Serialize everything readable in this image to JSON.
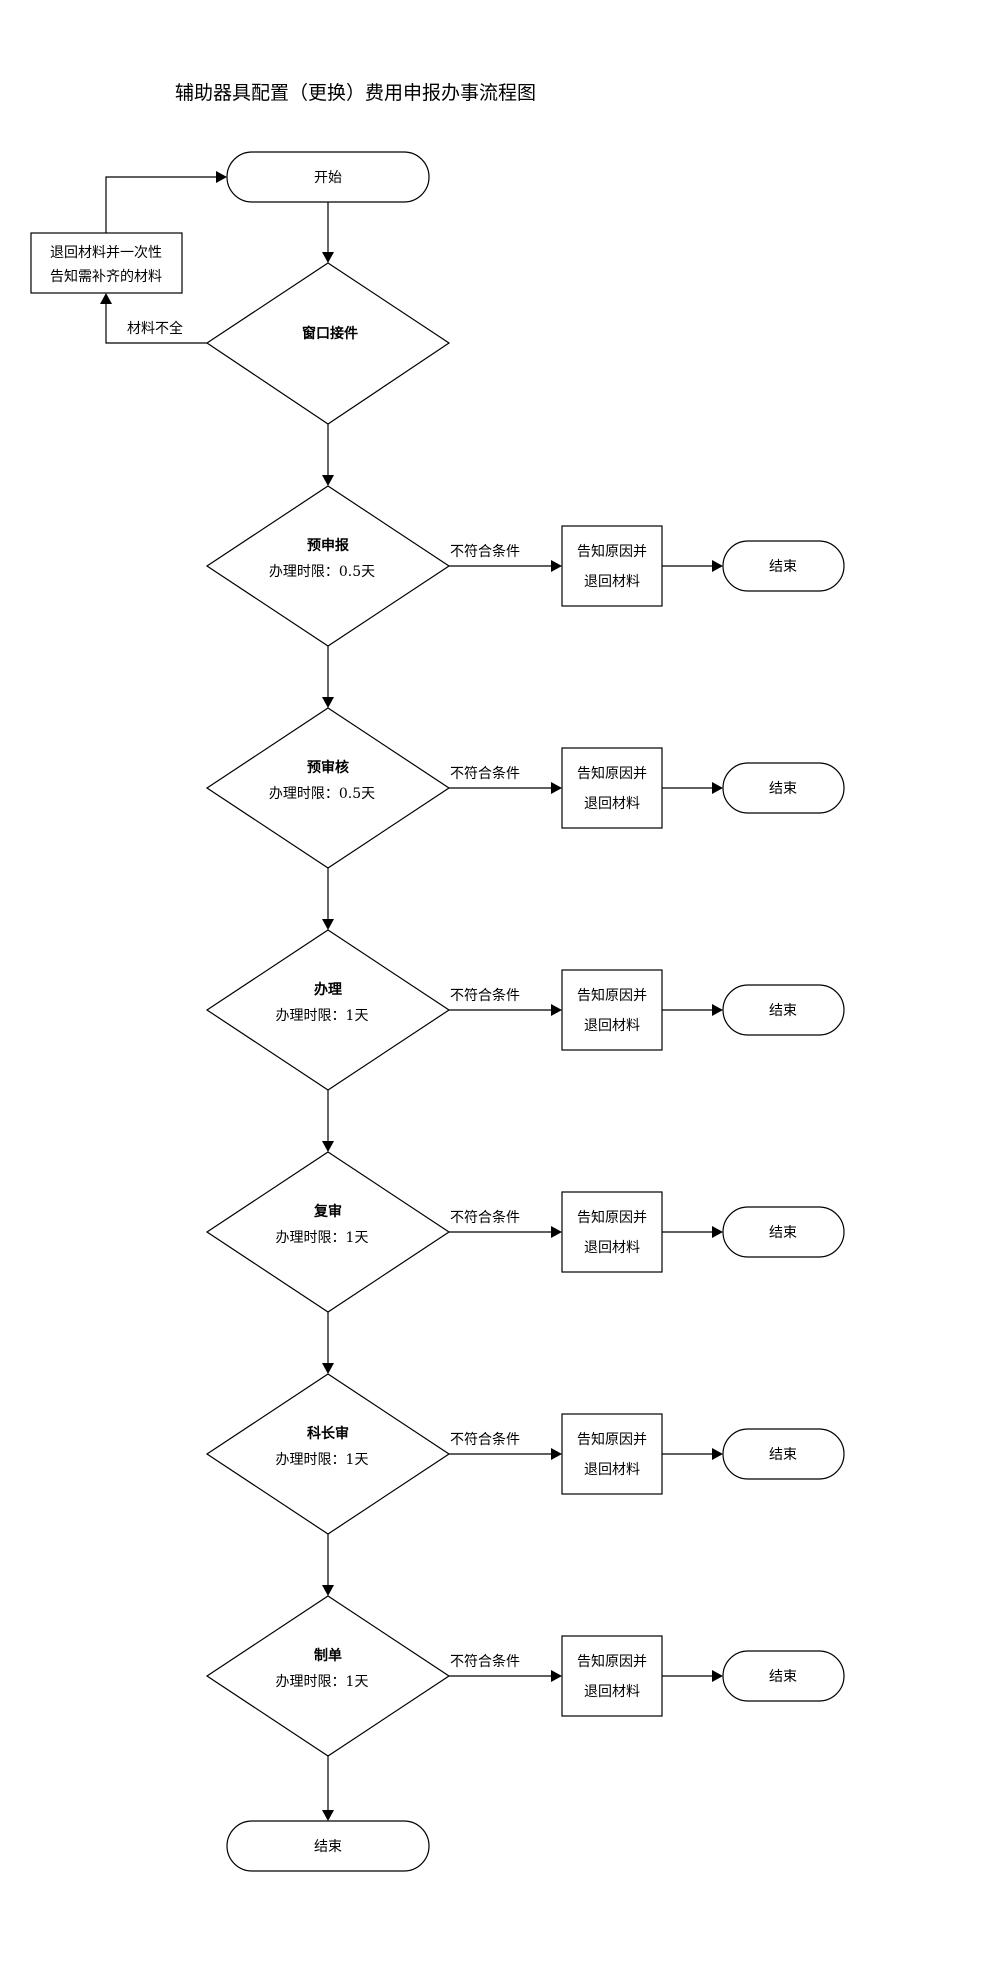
{
  "title": "辅助器具配置（更换）费用申报办事流程图",
  "start": "开始",
  "window": {
    "label": "窗口接件",
    "reject_edge": "材料不全"
  },
  "return_box": {
    "line1": "退回材料并一次性",
    "line2": "告知需补齐的材料"
  },
  "steps": [
    {
      "label": "预申报",
      "time": "办理时限：0.5天"
    },
    {
      "label": "预审核",
      "time": "办理时限：0.5天"
    },
    {
      "label": "办理",
      "time": "办理时限：1天"
    },
    {
      "label": "复审",
      "time": "办理时限：1天"
    },
    {
      "label": "科长审",
      "time": "办理时限：1天"
    },
    {
      "label": "制单",
      "time": "办理时限：1天"
    }
  ],
  "reject_edge": "不符合条件",
  "reject_box": {
    "line1": "告知原因并",
    "line2": "退回材料"
  },
  "end_label": "结束",
  "final_end": "结束"
}
